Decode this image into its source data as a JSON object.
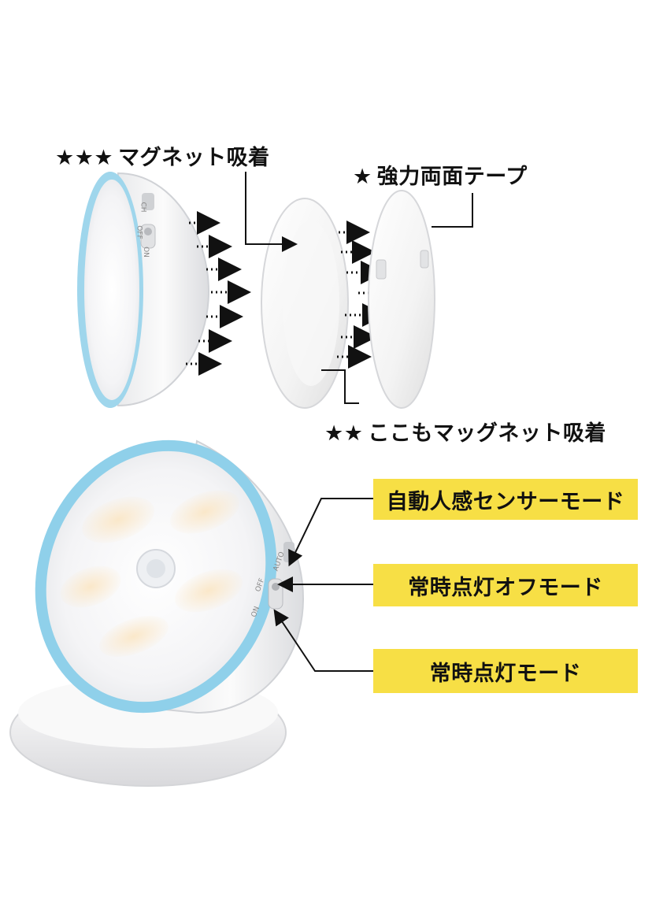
{
  "labels": {
    "magnet_top": {
      "stars": "★★★",
      "text": "マグネット吸着"
    },
    "tape": {
      "stars": "★",
      "text": "強力両面テープ"
    },
    "magnet_bottom": {
      "stars": "★★",
      "text": "ここもマッグネット吸着"
    }
  },
  "switch_printed": {
    "charge": "CH",
    "off": "OFF",
    "on": "ON",
    "auto": "AUTO"
  },
  "modes": [
    {
      "label": "自動人感センサーモード"
    },
    {
      "label": "常時点灯オフモード"
    },
    {
      "label": "常時点灯モード"
    }
  ],
  "colors": {
    "ring_blue": "#8fd0ea",
    "callout_yellow": "#f7df45",
    "device_white": "#f2f2f2",
    "warm_glow": "#f7d8a2"
  }
}
